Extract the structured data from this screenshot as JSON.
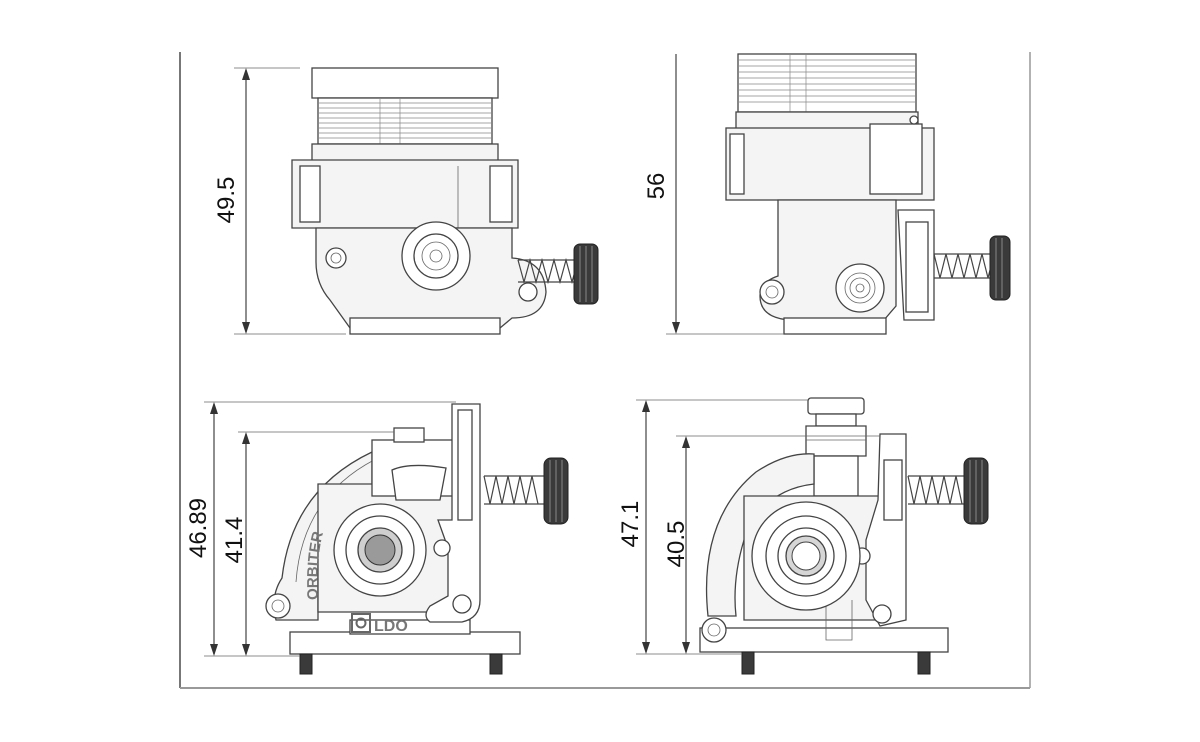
{
  "views": {
    "top_left": {
      "height_dim": "49.5"
    },
    "top_right": {
      "height_dim": "56"
    },
    "bottom_left": {
      "overall_dim": "46.89",
      "inner_dim": "41.4",
      "label": "ORBITER",
      "logo": "LDO"
    },
    "bottom_right": {
      "overall_dim": "47.1",
      "inner_dim": "40.5"
    }
  }
}
